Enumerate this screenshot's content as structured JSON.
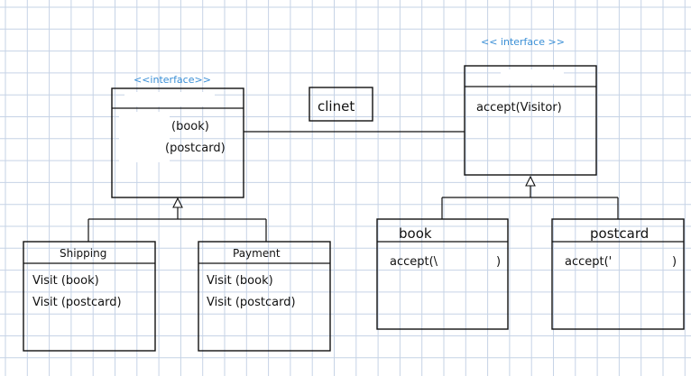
{
  "colors": {
    "grid_minor": "#c6d3e6",
    "ink": "#111111",
    "stereotype": "#3a8fd6",
    "paper": "#ffffff"
  },
  "visitor_interface": {
    "stereotype": "<<interface>>",
    "methods": [
      "(book)",
      "(postcard)"
    ]
  },
  "client": {
    "label": "clinet"
  },
  "element_interface": {
    "stereotype": "<< interface >>",
    "method": "accept(Visitor)"
  },
  "shipping": {
    "name": "Shipping",
    "methods": [
      "Visit (book)",
      "Visit (postcard)"
    ]
  },
  "payment": {
    "name": "Payment",
    "methods": [
      "Visit (book)",
      "Visit (postcard)"
    ]
  },
  "book": {
    "name": "book",
    "method": "accept(\\"
  },
  "postcard": {
    "name": "postcard",
    "method": "accept('"
  }
}
